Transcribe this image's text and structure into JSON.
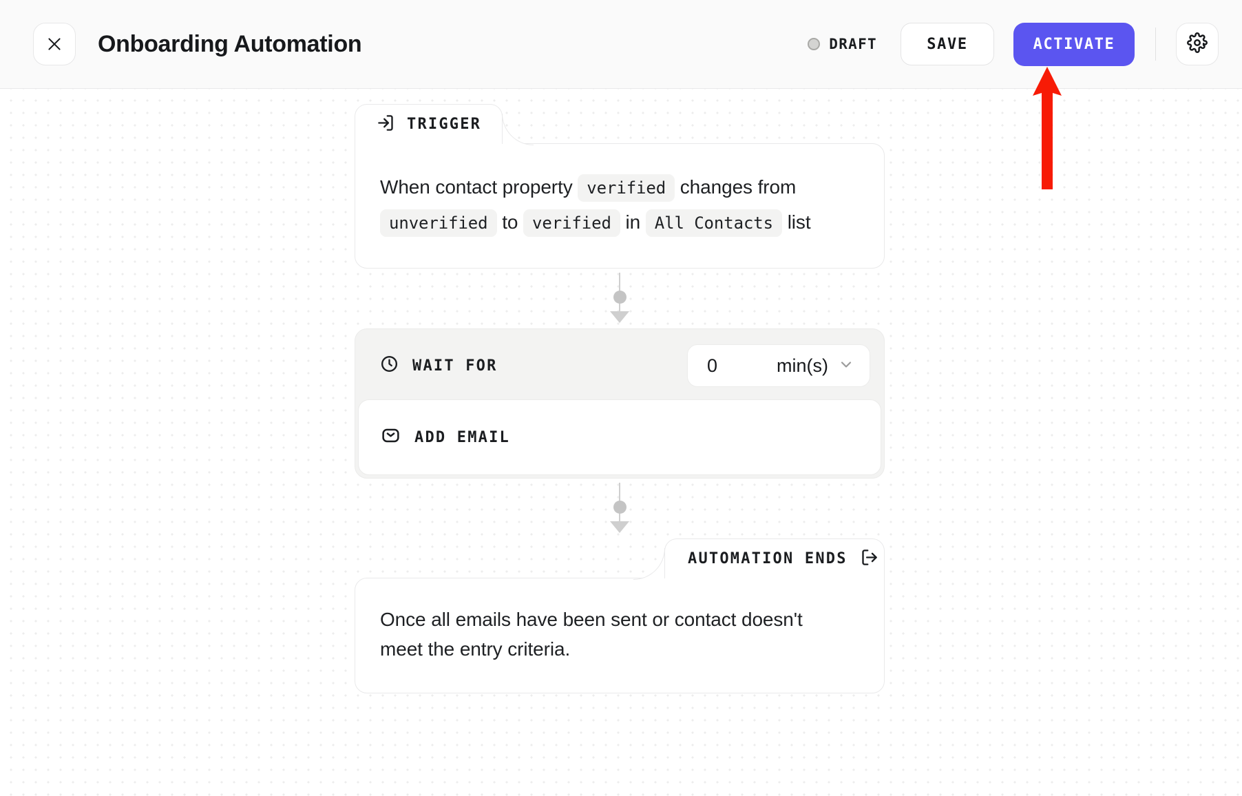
{
  "header": {
    "close_icon": "close-icon",
    "title": "Onboarding Automation",
    "status_label": "DRAFT",
    "status_dot_color": "#d4d4d2",
    "save_label": "SAVE",
    "activate_label": "ACTIVATE",
    "activate_color": "#5b55f0",
    "gear_icon": "gear-icon"
  },
  "flow": {
    "trigger": {
      "tab_label": "TRIGGER",
      "tab_icon": "login-arrow-icon",
      "text_1": "When contact property",
      "chip_1": "verified",
      "text_2": "changes from",
      "chip_2": "unverified",
      "text_3": "to",
      "chip_3": "verified",
      "text_4": "in",
      "chip_4": "All Contacts",
      "text_5": "list"
    },
    "wait": {
      "label": "WAIT FOR",
      "icon": "clock-icon",
      "value": "0",
      "unit": "min(s)",
      "chevron_icon": "chevron-down-icon"
    },
    "add_email": {
      "label": "ADD EMAIL",
      "icon": "envelope-icon"
    },
    "end": {
      "tab_label": "AUTOMATION ENDS",
      "tab_icon": "logout-arrow-icon",
      "text": "Once all emails have been sent or contact doesn't meet the entry criteria."
    }
  },
  "annotation": {
    "arrow_color": "#f71b06",
    "points_to": "ACTIVATE"
  }
}
